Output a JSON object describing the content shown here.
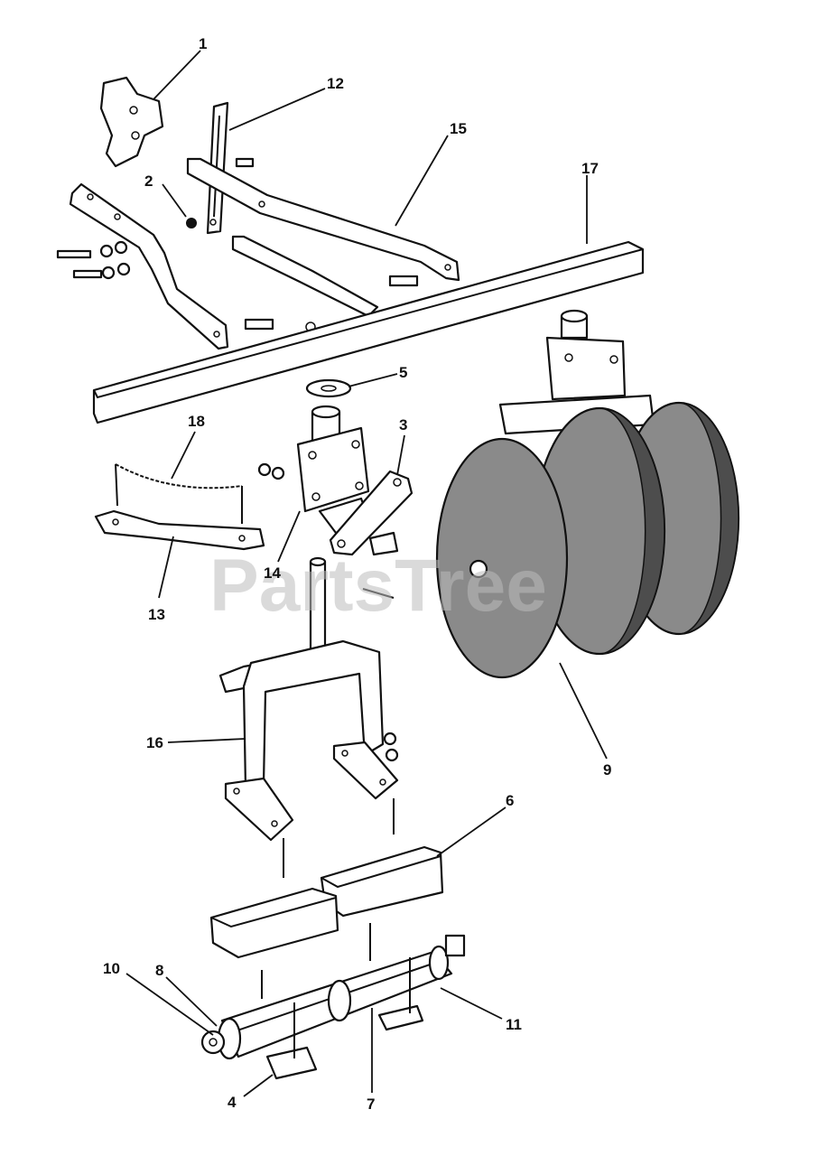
{
  "watermark": "PartsTree",
  "callouts": [
    "1",
    "2",
    "3",
    "4",
    "5",
    "6",
    "7",
    "8",
    "9",
    "10",
    "11",
    "12",
    "13",
    "14",
    "15",
    "16",
    "17",
    "18"
  ]
}
